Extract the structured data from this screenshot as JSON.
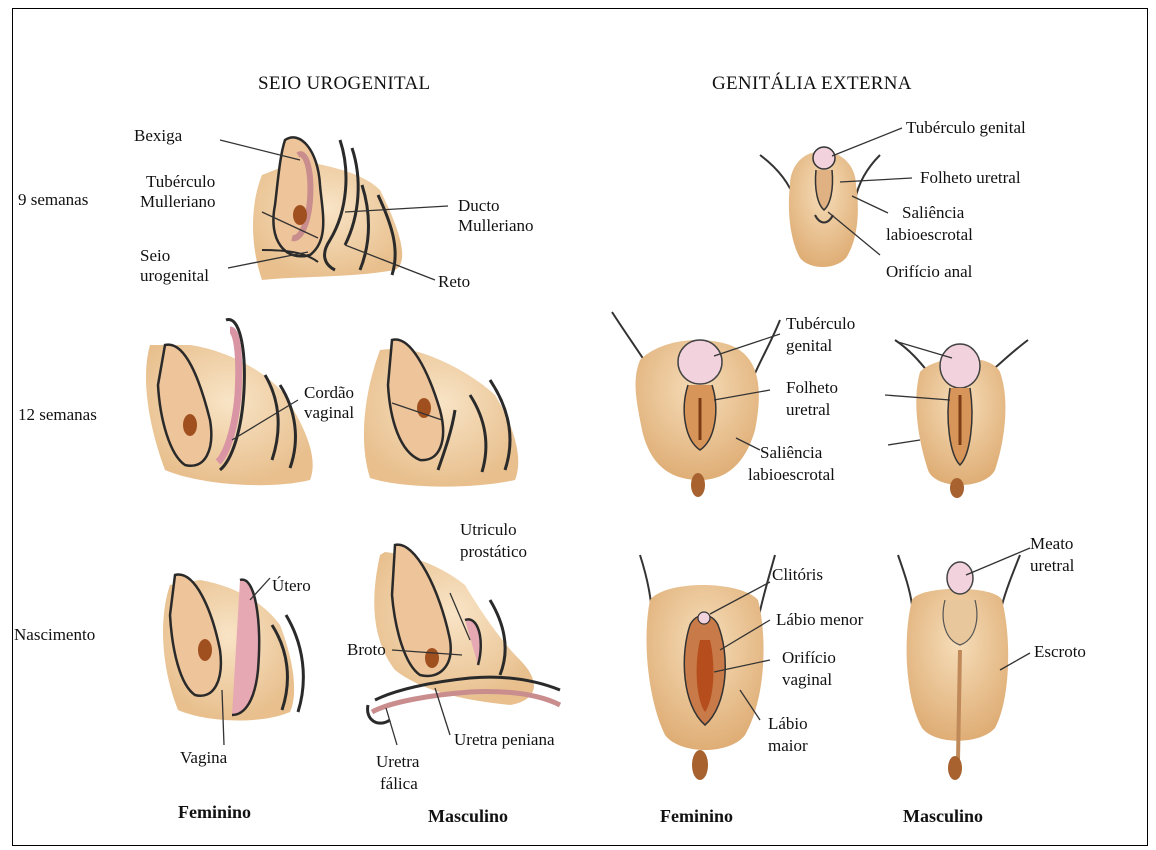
{
  "headings": {
    "left": "SEIO UROGENITAL",
    "right": "GENITÁLIA EXTERNA"
  },
  "rows": {
    "r1": "9 semanas",
    "r2": "12 semanas",
    "r3": "Nascimento"
  },
  "footers": {
    "f1": "Feminino",
    "f2": "Masculino",
    "f3": "Feminino",
    "f4": "Masculino"
  },
  "labels": {
    "bexiga": "Bexiga",
    "tuberculo_mulleriano_1": "Tubérculo",
    "tuberculo_mulleriano_2": "Mulleriano",
    "seio_1": "Seio",
    "seio_2": "urogenital",
    "ducto_1": "Ducto",
    "ducto_2": "Mulleriano",
    "reto": "Reto",
    "cordao_1": "Cordão",
    "cordao_2": "vaginal",
    "utero": "Útero",
    "vagina": "Vagina",
    "broto": "Broto",
    "utriculo_1": "Utriculo",
    "utriculo_2": "prostático",
    "uretra_peniana": "Uretra peniana",
    "uretra_falica_1": "Uretra",
    "uretra_falica_2": "fálica",
    "tub_genital_top": "Tubérculo genital",
    "folheto_top": "Folheto uretral",
    "saliencia_top_1": "Saliência",
    "saliencia_top_2": "labioescrotal",
    "orificio_anal": "Orifício anal",
    "tub_genital_mid_1": "Tubérculo",
    "tub_genital_mid_2": "genital",
    "folheto_mid_1": "Folheto",
    "folheto_mid_2": "uretral",
    "saliencia_mid_1": "Saliência",
    "saliencia_mid_2": "labioescrotal",
    "clitoris": "Clitóris",
    "labio_menor": "Lábio menor",
    "orificio_vag_1": "Orifício",
    "orificio_vag_2": "vaginal",
    "labio_maior_1": "Lábio",
    "labio_maior_2": "maior",
    "meato_1": "Meato",
    "meato_2": "uretral",
    "escroto": "Escroto"
  },
  "colors": {
    "skin": "#f1d3aa",
    "skin_dark": "#d9a46a",
    "pink": "#e6a9b4",
    "pink_light": "#f2d2dc",
    "brown": "#9a4a1f",
    "line": "#333333"
  }
}
